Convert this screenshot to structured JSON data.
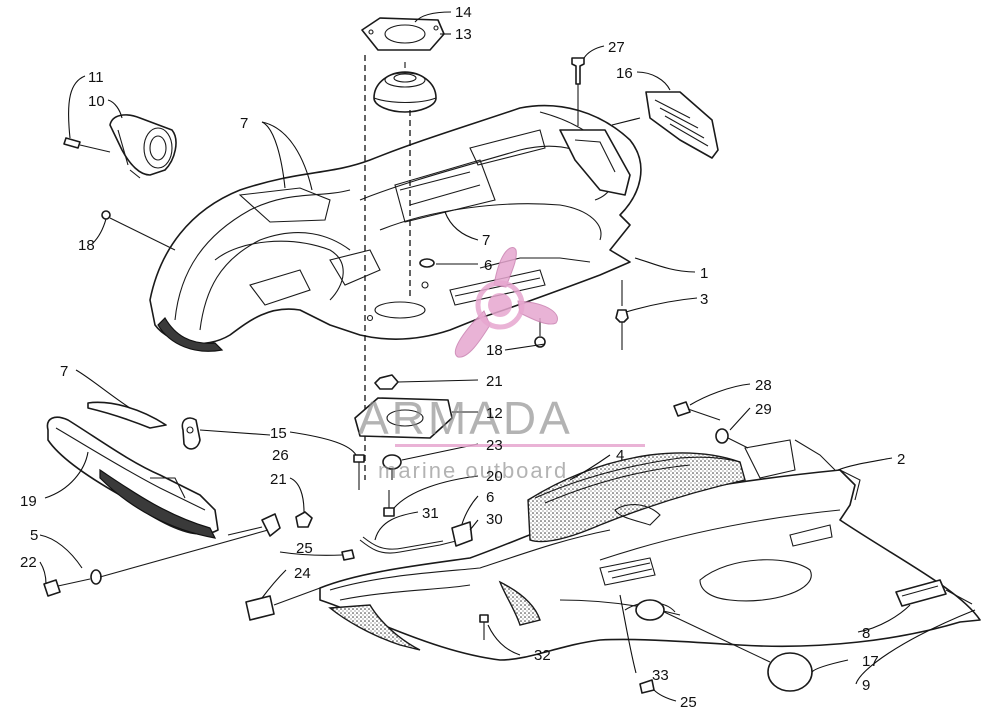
{
  "callouts": {
    "c1": "1",
    "c2": "2",
    "c3": "3",
    "c4": "4",
    "c5": "5",
    "c6a": "6",
    "c6b": "6",
    "c7a": "7",
    "c7b": "7",
    "c7c": "7",
    "c8": "8",
    "c9": "9",
    "c10": "10",
    "c11": "11",
    "c12": "12",
    "c13": "13",
    "c14": "14",
    "c15": "15",
    "c16": "16",
    "c17": "17",
    "c18a": "18",
    "c18b": "18",
    "c19": "19",
    "c20": "20",
    "c21a": "21",
    "c21b": "21",
    "c22": "22",
    "c23": "23",
    "c24": "24",
    "c25a": "25",
    "c25b": "25",
    "c26": "26",
    "c27": "27",
    "c28": "28",
    "c29": "29",
    "c30": "30",
    "c31": "31",
    "c32": "32",
    "c33": "33"
  },
  "watermark": {
    "brand": "ARMADA",
    "tagline": "marine outboard"
  },
  "colors": {
    "line": "#1a1a1a",
    "watermark_pink": "#e6a6cf",
    "watermark_gray": "#8c8c8c"
  }
}
